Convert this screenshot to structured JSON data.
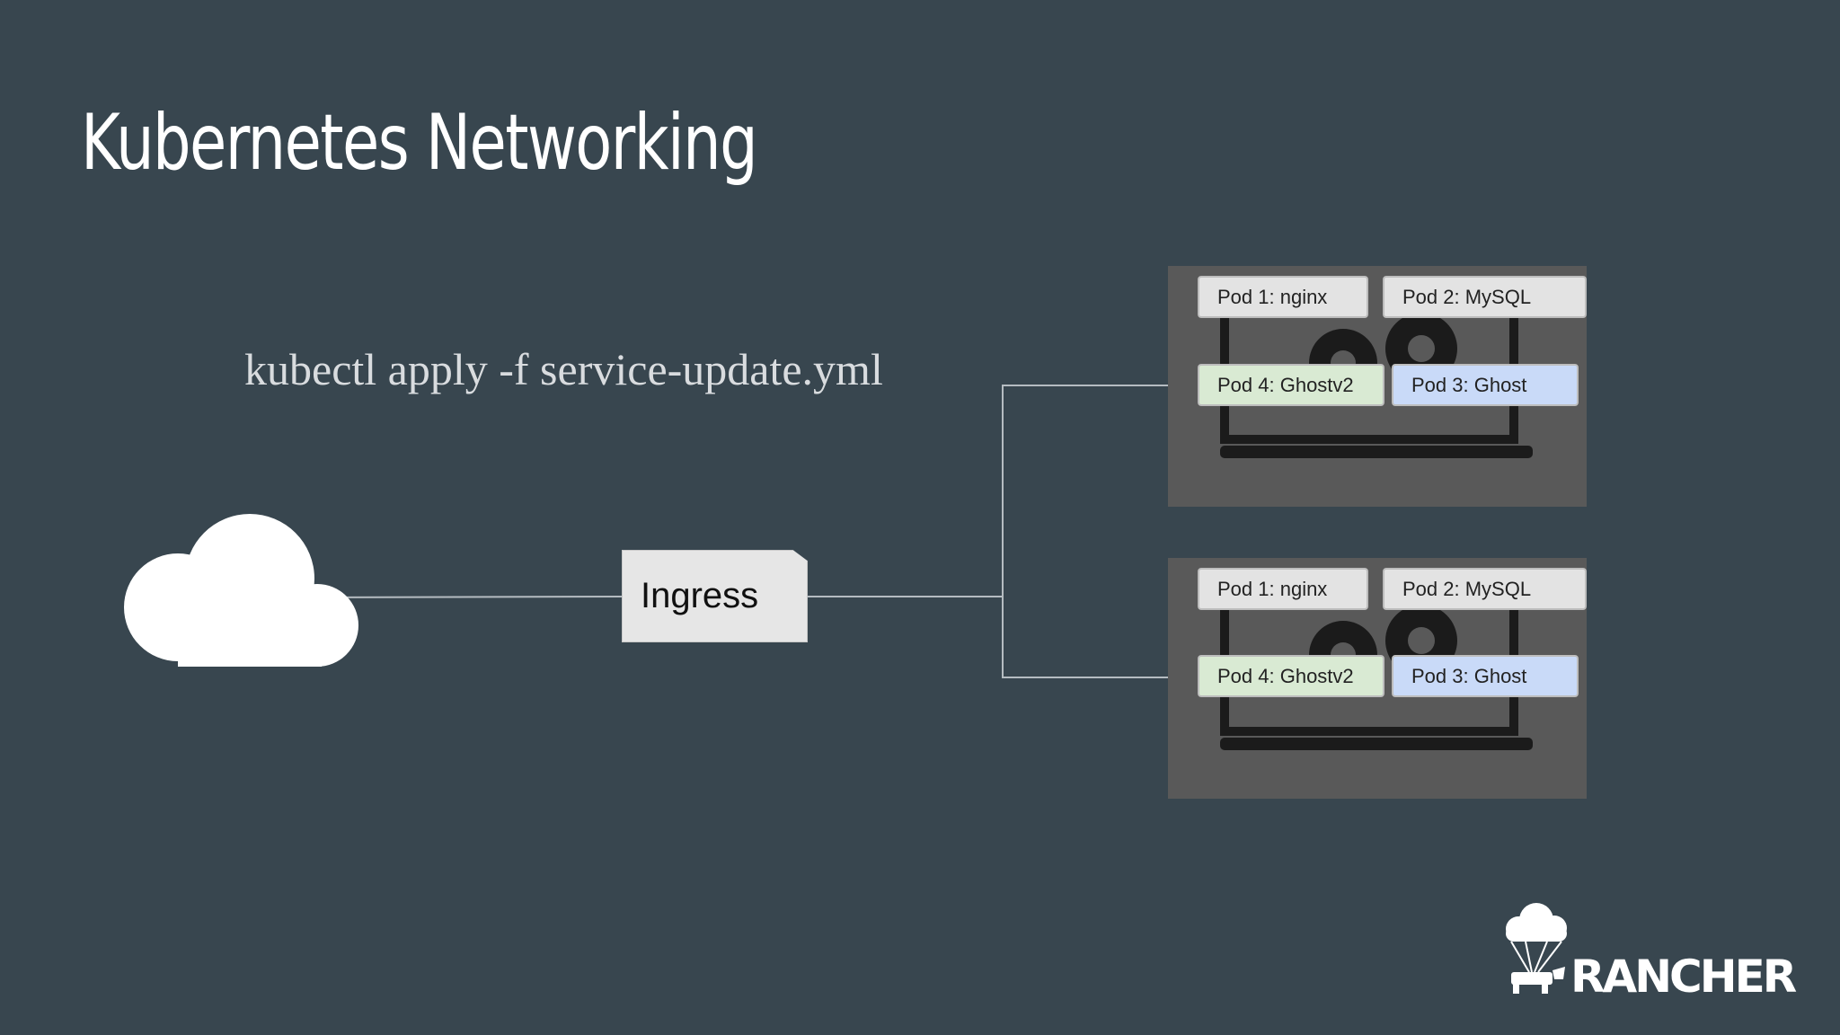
{
  "slide": {
    "title": "Kubernetes Networking",
    "command": "kubectl apply -f service-update.yml"
  },
  "ingress": {
    "label": "Ingress"
  },
  "nodes": [
    {
      "pods": [
        "Pod 1: nginx",
        "Pod 2: MySQL",
        "Pod 4: Ghostv2",
        "Pod 3: Ghost"
      ]
    },
    {
      "pods": [
        "Pod 1: nginx",
        "Pod 2: MySQL",
        "Pod 4: Ghostv2",
        "Pod 3: Ghost"
      ]
    }
  ],
  "logo": {
    "text": "RANCHER",
    "icon": "rancher-cow-parachute-icon"
  },
  "icons": {
    "internet": "cloud-icon",
    "server": "server-gear-icon"
  },
  "colors": {
    "background": "#38464f",
    "node": "#595959",
    "pod_gray": "#e3e3e3",
    "pod_green": "#d9ead3",
    "pod_blue": "#c9daf8",
    "ingress": "#e6e6e6"
  }
}
